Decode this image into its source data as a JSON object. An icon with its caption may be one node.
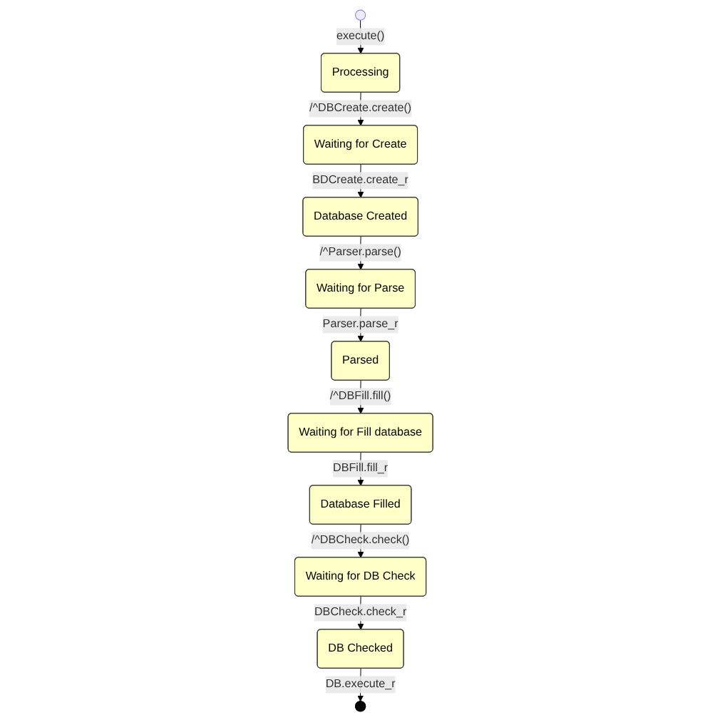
{
  "diagram": {
    "nodes": [
      {
        "text": [],
        "shape": "circle"
      },
      {
        "text": [
          "Processing"
        ]
      },
      {
        "text": [
          "Waiting for Create"
        ]
      },
      {
        "text": [
          "Database Created"
        ]
      },
      {
        "text": [
          "Waiting for Parse"
        ]
      },
      {
        "text": [
          "Parsed"
        ]
      },
      {
        "text": [
          "Waiting for Fill database"
        ]
      },
      {
        "text": [
          "Database Filled"
        ]
      },
      {
        "text": [
          "Waiting for DB Check"
        ]
      },
      {
        "text": [
          "DB Checked"
        ]
      },
      {
        "text": [],
        "shape": "circle"
      }
    ],
    "edges": [
      {
        "from": 0,
        "to": 1,
        "arrow": "to",
        "label": "execute()"
      },
      {
        "from": 1,
        "to": 2,
        "arrow": "to",
        "label": "/^DBCreate.create()"
      },
      {
        "from": 2,
        "to": 3,
        "arrow": "to",
        "label": "BDCreate.create_r"
      },
      {
        "from": 3,
        "to": 4,
        "arrow": "to",
        "label": "/^Parser.parse()"
      },
      {
        "from": 4,
        "to": 5,
        "arrow": "to",
        "label": "Parser.parse_r"
      },
      {
        "from": 5,
        "to": 6,
        "arrow": "to",
        "label": "/^DBFill.fill()"
      },
      {
        "from": 6,
        "to": 7,
        "arrow": "to",
        "label": "DBFill.fill_r"
      },
      {
        "from": 7,
        "to": 8,
        "arrow": "to",
        "label": "/^DBCheck.check()"
      },
      {
        "from": 8,
        "to": 9,
        "arrow": "to",
        "label": "DBCheck.check_r"
      },
      {
        "from": 9,
        "to": 10,
        "arrow": "to",
        "label": "DB.execute_r"
      }
    ]
  }
}
